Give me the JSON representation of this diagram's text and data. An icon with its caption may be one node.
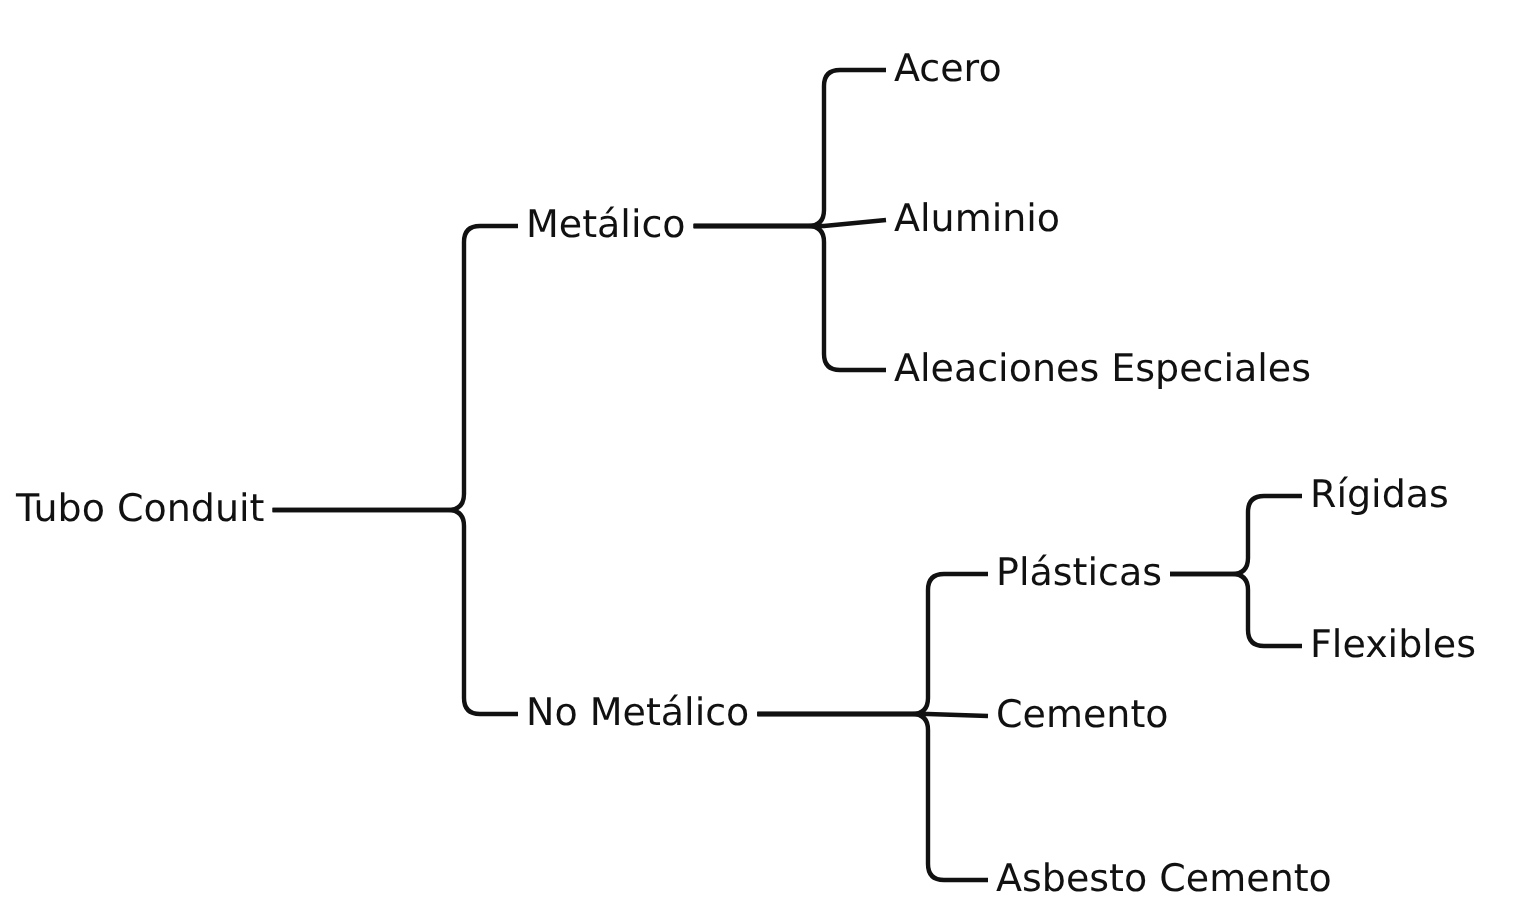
{
  "diagram": {
    "nodes": [
      {
        "text": [
          "Tubo Conduit"
        ]
      },
      {
        "text": [
          "Metálico"
        ]
      },
      {
        "text": [
          "No Metálico"
        ]
      },
      {
        "text": [
          "Acero"
        ]
      },
      {
        "text": [
          "Aluminio"
        ]
      },
      {
        "text": [
          "Aleaciones Especiales"
        ]
      },
      {
        "text": [
          "Plásticas"
        ]
      },
      {
        "text": [
          "Cemento"
        ]
      },
      {
        "text": [
          "Asbesto Cemento"
        ]
      },
      {
        "text": [
          "Rígidas"
        ]
      },
      {
        "text": [
          "Flexibles"
        ]
      }
    ],
    "edges": [
      {
        "from": 0,
        "to": 1,
        "arrow": "none"
      },
      {
        "from": 0,
        "to": 2,
        "arrow": "none"
      },
      {
        "from": 1,
        "to": 3,
        "arrow": "none"
      },
      {
        "from": 1,
        "to": 4,
        "arrow": "none"
      },
      {
        "from": 1,
        "to": 5,
        "arrow": "none"
      },
      {
        "from": 2,
        "to": 6,
        "arrow": "none"
      },
      {
        "from": 2,
        "to": 7,
        "arrow": "none"
      },
      {
        "from": 2,
        "to": 8,
        "arrow": "none"
      },
      {
        "from": 6,
        "to": 9,
        "arrow": "none"
      },
      {
        "from": 6,
        "to": 10,
        "arrow": "none"
      }
    ]
  }
}
